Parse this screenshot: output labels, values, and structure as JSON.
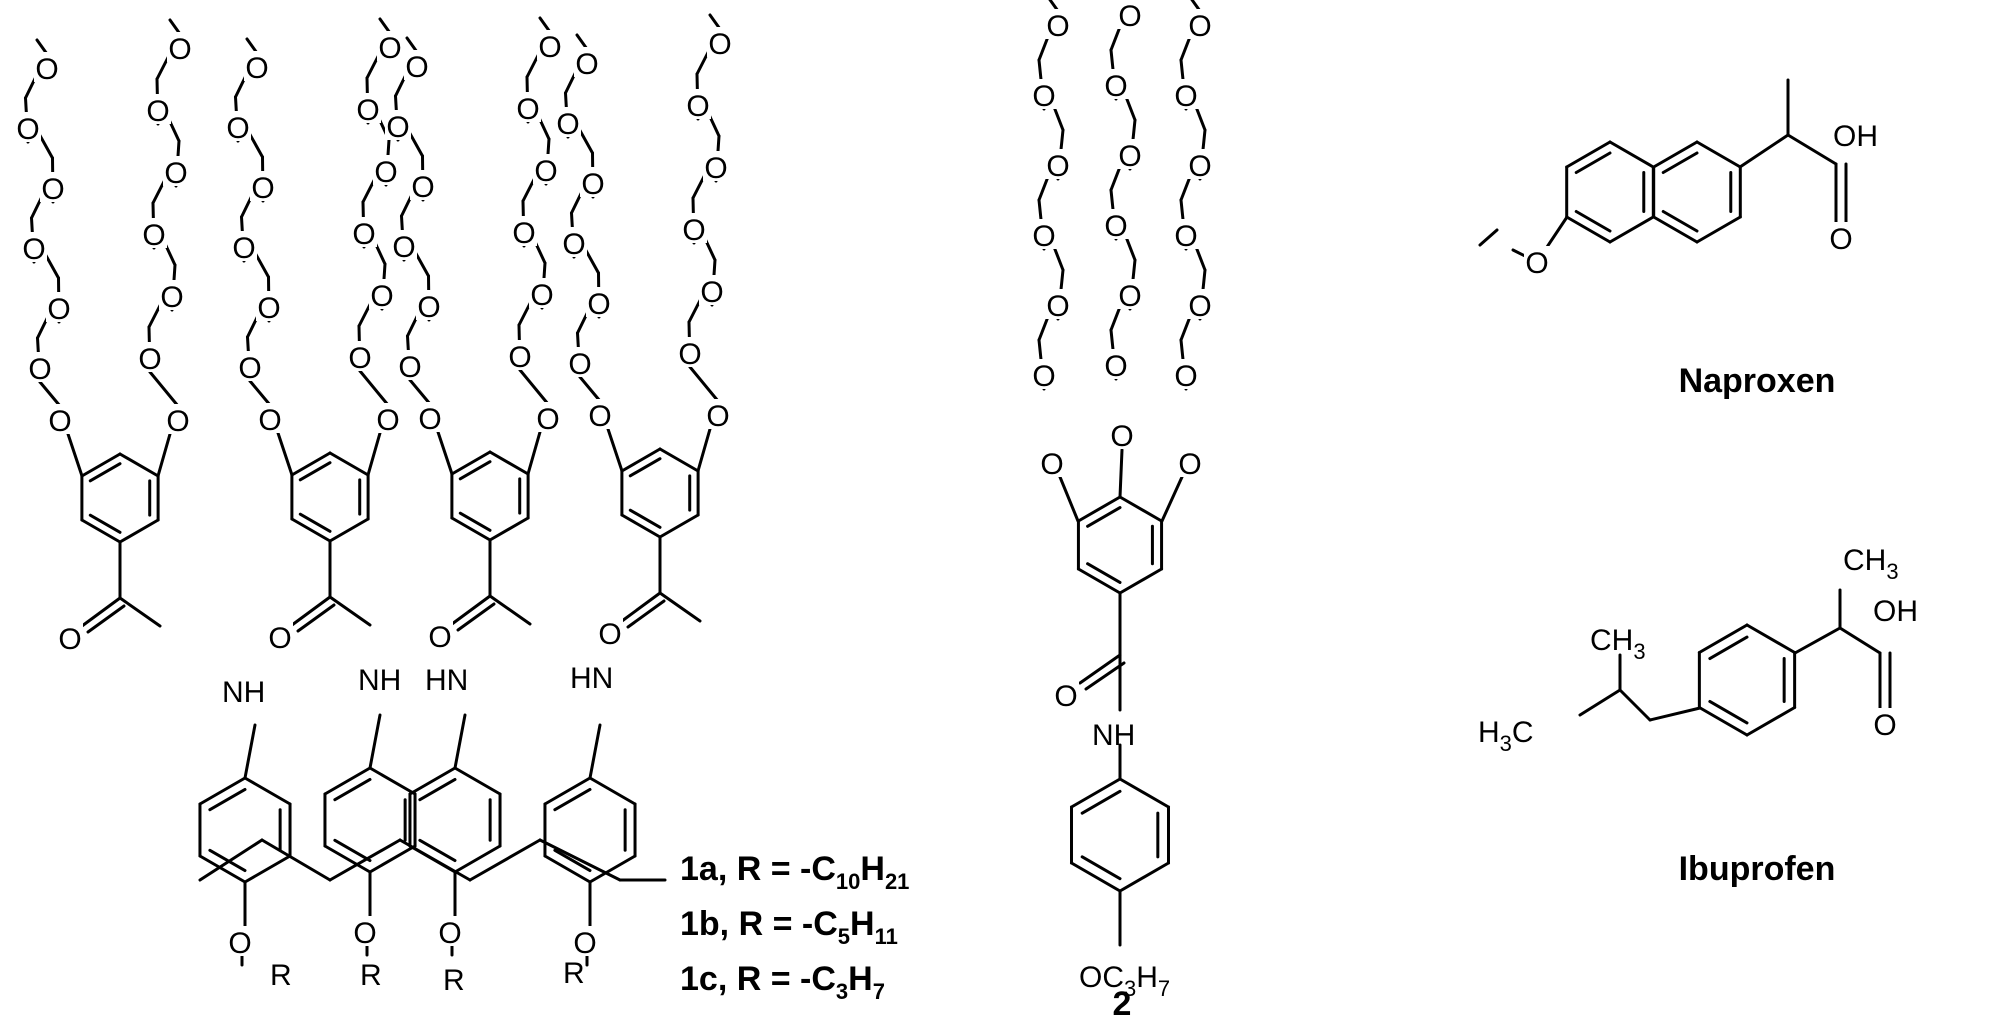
{
  "atoms": {
    "oxygen": "O",
    "amide_nh": "NH",
    "amide_hn": "HN",
    "hydroxyl": "OH",
    "methyl_c": "CH",
    "methyl_h3c": "H",
    "methyl_h3c_tail": "C",
    "methyl_sub": "3",
    "r_group": "R",
    "propoxy_main": "OC",
    "propoxy_h": "H",
    "propoxy_sub1": "3",
    "propoxy_sub2": "7"
  },
  "compound_labels": {
    "c1a_prefix": "1a, R = -C",
    "c1a_sub1": "10",
    "c1a_mid": "H",
    "c1a_sub2": "21",
    "c1b_prefix": "1b, R = -C",
    "c1b_sub1": "5",
    "c1b_mid": "H",
    "c1b_sub2": "11",
    "c1c_prefix": "1c, R = -C",
    "c1c_sub1": "3",
    "c1c_mid": "H",
    "c1c_sub2": "7",
    "compound_2": "2",
    "naproxen": "Naproxen",
    "ibuprofen": "Ibuprofen"
  }
}
